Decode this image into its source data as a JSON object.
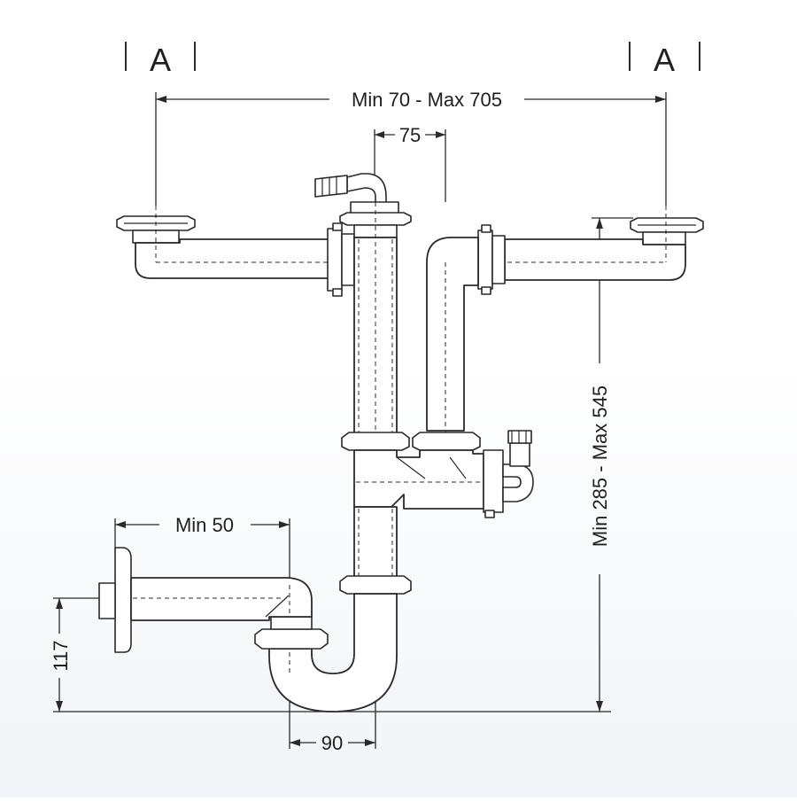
{
  "section_labels": {
    "left": "A",
    "right": "A"
  },
  "dimensions": {
    "sink_spacing": "Min 70 - Max 705",
    "outlet_offset": "75",
    "wall_distance": "Min 50",
    "outlet_height": "117",
    "trap_width": "90",
    "total_height": "Min 285 - Max 545"
  },
  "colors": {
    "line": "#2a2a2a",
    "background": "#ffffff"
  }
}
